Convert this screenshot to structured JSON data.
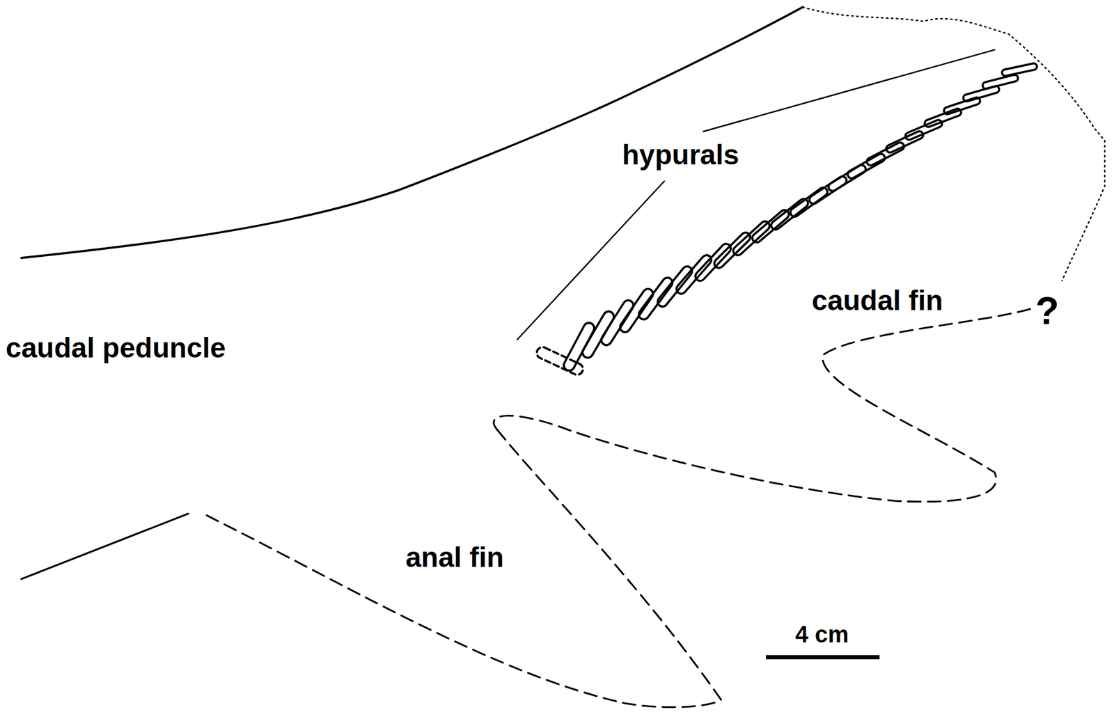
{
  "diagram": {
    "labels": [
      "hypurals",
      "caudal peduncle",
      "caudal fin",
      "?",
      "anal fin",
      "4 cm"
    ]
  }
}
